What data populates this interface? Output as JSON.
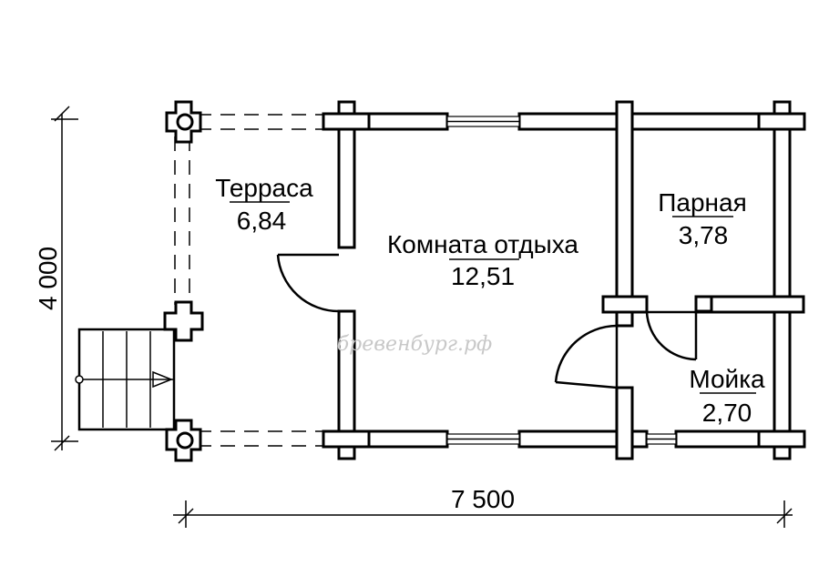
{
  "rooms": [
    {
      "name": "Терраса",
      "area": "6,84"
    },
    {
      "name": "Комната отдыха",
      "area": "12,51"
    },
    {
      "name": "Парная",
      "area": "3,78"
    },
    {
      "name": "Мойка",
      "area": "2,70"
    }
  ],
  "dimensions": {
    "width": "7 500",
    "depth": "4 000"
  },
  "watermark": "бревенбург.рф"
}
